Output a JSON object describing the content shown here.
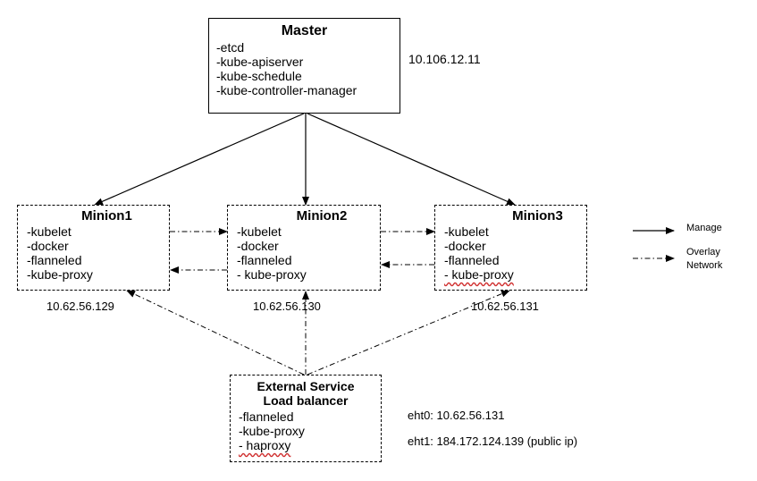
{
  "master": {
    "title": "Master",
    "items": [
      "-etcd",
      "-kube-apiserver",
      "-kube-schedule",
      "-kube-controller-manager"
    ],
    "ip": "10.106.12.11"
  },
  "minions": [
    {
      "title": "Minion1",
      "items": [
        "-kubelet",
        "-docker",
        "-flanneled",
        "-kube-proxy"
      ],
      "ip": "10.62.56.129"
    },
    {
      "title": "Minion2",
      "items": [
        "-kubelet",
        "-docker",
        "-flanneled",
        "- kube-proxy"
      ],
      "ip": "10.62.56.130"
    },
    {
      "title": "Minion3",
      "items": [
        "-kubelet",
        "-docker",
        "-flanneled",
        "- kube-proxy"
      ],
      "ip": "10.62.56.131"
    }
  ],
  "lb": {
    "title_line1": "External Service",
    "title_line2": "Load balancer",
    "items": [
      "-flanneled",
      "-kube-proxy",
      "- haproxy"
    ],
    "eth0": "eht0: 10.62.56.131",
    "eth1": "eht1: 184.172.124.139 (public ip)"
  },
  "legend": {
    "manage": "Manage",
    "overlay_line1": "Overlay",
    "overlay_line2": "Network"
  }
}
